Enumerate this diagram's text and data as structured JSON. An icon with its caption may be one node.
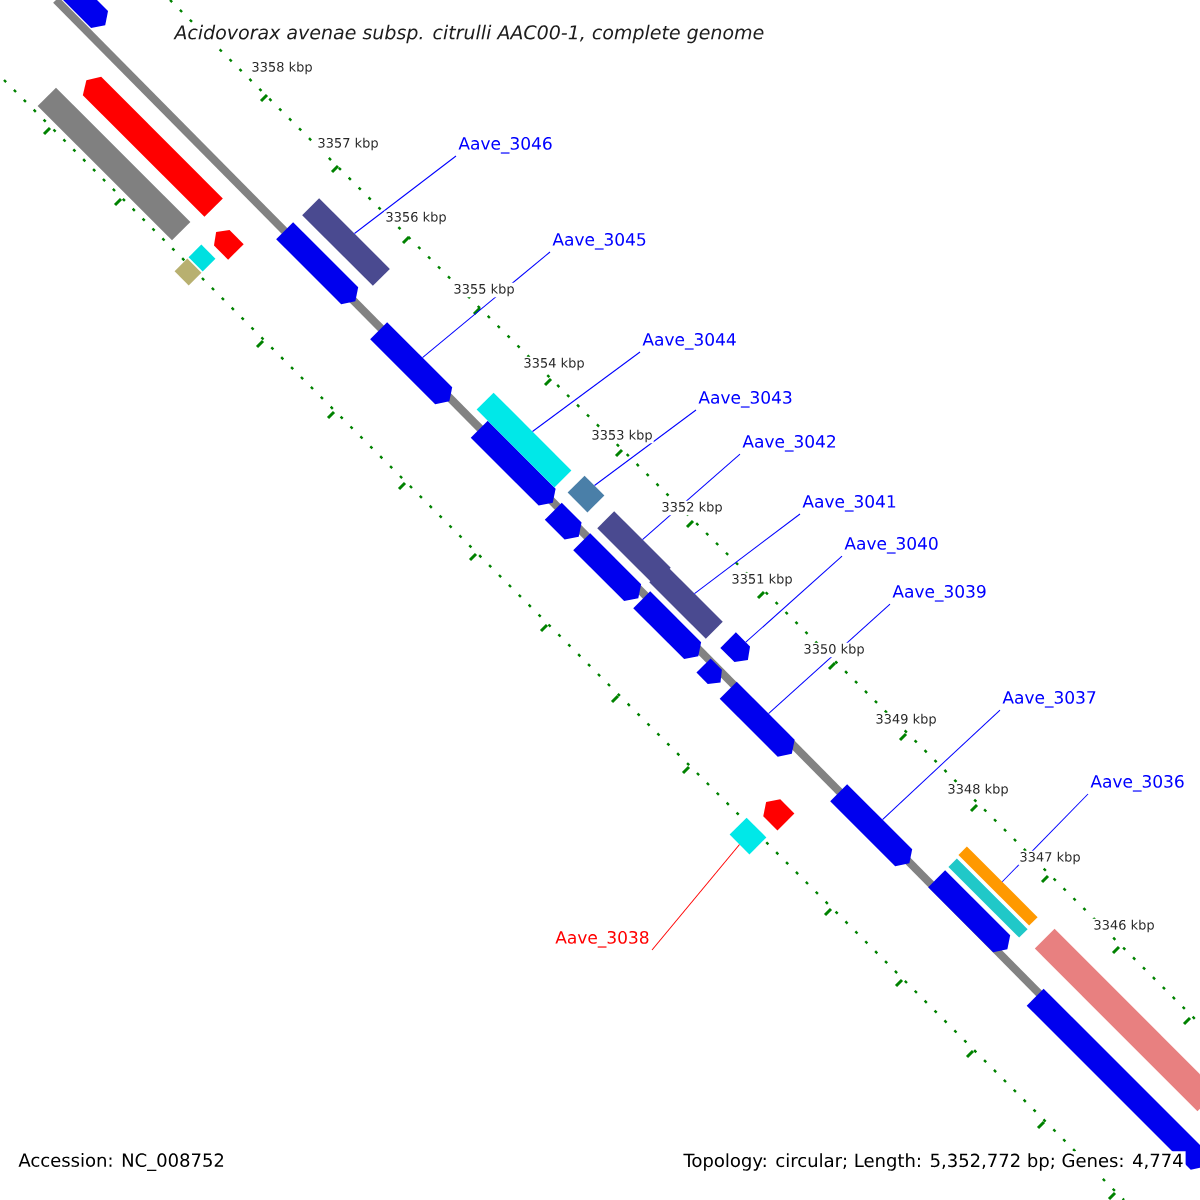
{
  "diagram": {
    "title": "Acidovorax avenae subsp. citrulli AAC00-1, complete genome",
    "nodes": [
      {
        "text": [
          "Aave_3046"
        ]
      },
      {
        "text": [
          "Aave_3045"
        ]
      },
      {
        "text": [
          "Aave_3044"
        ]
      },
      {
        "text": [
          "Aave_3043"
        ]
      },
      {
        "text": [
          "Aave_3042"
        ]
      },
      {
        "text": [
          "Aave_3041"
        ]
      },
      {
        "text": [
          "Aave_3040"
        ]
      },
      {
        "text": [
          "Aave_3039"
        ]
      },
      {
        "text": [
          "Aave_3037"
        ]
      },
      {
        "text": [
          "Aave_3036"
        ]
      },
      {
        "text": [
          "Aave_3038"
        ]
      },
      {
        "text": [],
        "shape": "bar"
      },
      {
        "text": [],
        "shape": "bar"
      },
      {
        "text": [],
        "shape": "bar"
      },
      {
        "text": [],
        "shape": "bar"
      },
      {
        "text": [],
        "shape": "bar"
      },
      {
        "text": [],
        "shape": "bar"
      },
      {
        "text": [],
        "shape": "bar"
      },
      {
        "text": [],
        "shape": "bar"
      },
      {
        "text": [],
        "shape": "bar"
      },
      {
        "text": [],
        "shape": "bar"
      },
      {
        "text": [],
        "shape": "bar"
      },
      {
        "text": [],
        "shape": "bar"
      },
      {
        "text": [],
        "shape": "bar"
      },
      {
        "text": [],
        "shape": "bar"
      },
      {
        "text": [],
        "shape": "bar"
      },
      {
        "text": [],
        "shape": "bar"
      },
      {
        "text": [],
        "shape": "bar"
      },
      {
        "text": [],
        "shape": "bar"
      },
      {
        "text": [],
        "shape": "bar"
      },
      {
        "text": [],
        "shape": "bar"
      },
      {
        "text": [],
        "shape": "bar"
      },
      {
        "text": [],
        "shape": "bar"
      },
      {
        "text": [],
        "shape": "bar"
      },
      {
        "text": [],
        "shape": "bar"
      },
      {
        "text": [],
        "shape": "bar"
      },
      {
        "text": [],
        "shape": "bar"
      },
      {
        "text": [],
        "shape": "bar"
      },
      {
        "text": [],
        "shape": "bar"
      }
    ],
    "edges": [
      {
        "from": 0,
        "to": 18,
        "arrow": "none"
      },
      {
        "from": 1,
        "to": 19,
        "arrow": "none"
      },
      {
        "from": 2,
        "to": 21,
        "arrow": "none"
      },
      {
        "from": 3,
        "to": 23,
        "arrow": "none"
      },
      {
        "from": 4,
        "to": 25,
        "arrow": "none"
      },
      {
        "from": 5,
        "to": 27,
        "arrow": "none"
      },
      {
        "from": 6,
        "to": 29,
        "arrow": "none"
      },
      {
        "from": 7,
        "to": 31,
        "arrow": "none"
      },
      {
        "from": 8,
        "to": 33,
        "arrow": "none"
      },
      {
        "from": 9,
        "to": 36,
        "arrow": "none"
      },
      {
        "from": 10,
        "to": 30,
        "arrow": "none",
        "color": "#ff0000"
      }
    ],
    "labels": [
      "3358 kbp",
      "3357 kbp",
      "3356 kbp",
      "3355 kbp",
      "3354 kbp",
      "3353 kbp",
      "3352 kbp",
      "3351 kbp",
      "3350 kbp",
      "3349 kbp",
      "3348 kbp",
      "3347 kbp",
      "3346 kbp",
      "Accession: NC_008752",
      "Topology: circular; Length: 5,352,772 bp; Genes: 4,774"
    ]
  }
}
